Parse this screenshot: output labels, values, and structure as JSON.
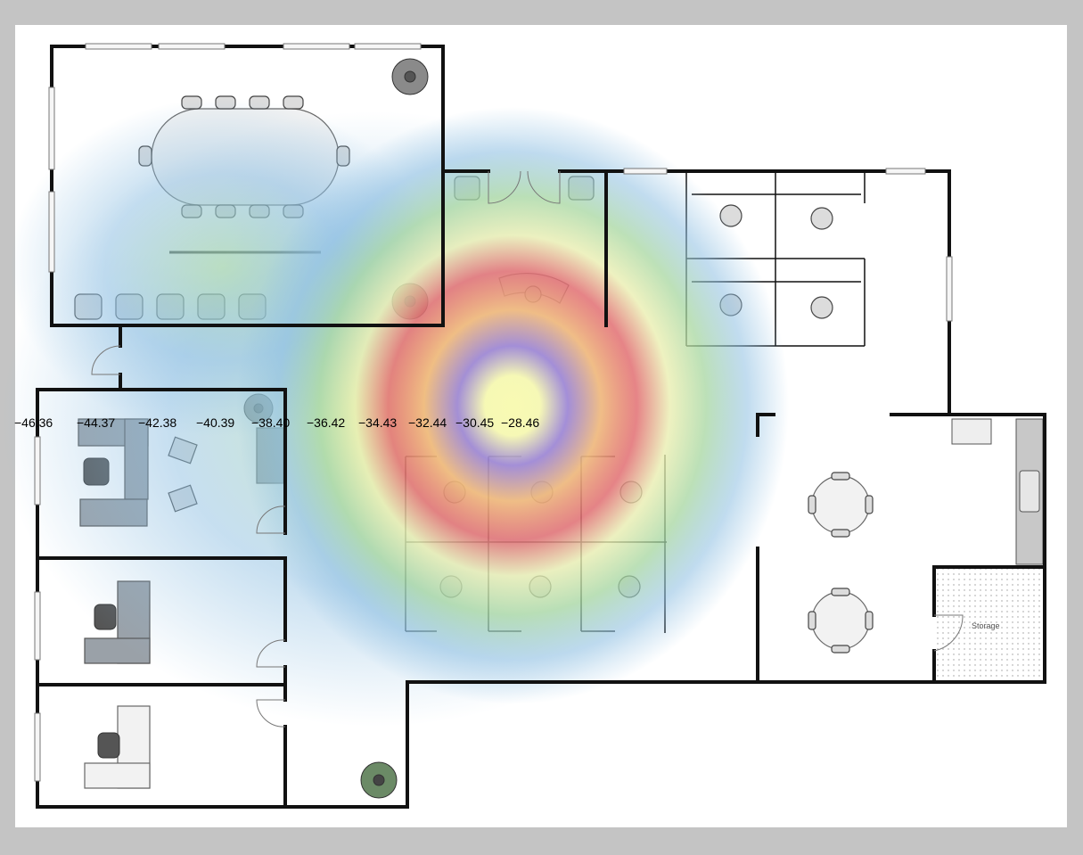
{
  "heatmap": {
    "scale_labels": [
      "−46.36",
      "−44.37",
      "−42.38",
      "−40.39",
      "−38.40",
      "−36.42",
      "−34.43",
      "−32.44",
      "−30.45",
      "−28.46"
    ],
    "color_ramp": [
      "#7fb0d8",
      "#a8d49a",
      "#f0f0a0",
      "#f4a060",
      "#e85a5a",
      "#f7c070",
      "#9a7fd0",
      "#f6f6a0"
    ]
  },
  "rooms": {
    "storage_label": "Storage"
  },
  "colors": {
    "background": "#c4c4c4",
    "paper": "#ffffff",
    "wall": "#111111",
    "counter": "#c8c8c8"
  }
}
